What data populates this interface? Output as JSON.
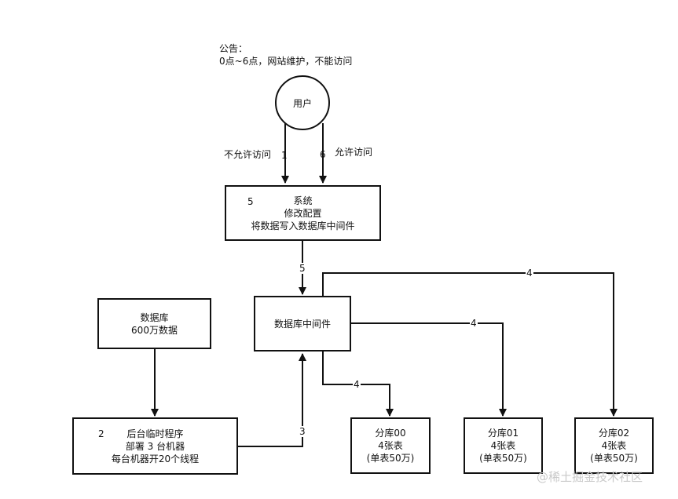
{
  "notice": {
    "line1": "公告：",
    "line2": "0点~6点，网站维护，不能访问"
  },
  "user_node": {
    "label": "用户"
  },
  "edges": {
    "deny_label": "不允许访问",
    "deny_step": "1",
    "allow_step": "6",
    "allow_label": "允许访问",
    "system_to_mw": "5",
    "mw_to_shard00": "4",
    "mw_to_shard01": "4",
    "mw_to_shard02": "4",
    "program_to_mw": "3"
  },
  "system_box": {
    "step": "5",
    "title": "系统",
    "line2": "修改配置",
    "line3": "将数据写入数据库中间件"
  },
  "database_box": {
    "line1": "数据库",
    "line2": "600万数据"
  },
  "middleware_box": {
    "label": "数据库中间件"
  },
  "program_box": {
    "step": "2",
    "line1": "后台临时程序",
    "line2": "部署 3 台机器",
    "line3": "每台机器开20个线程"
  },
  "shards": [
    {
      "name": "分库00",
      "tables": "4张表",
      "note": "(单表50万)"
    },
    {
      "name": "分库01",
      "tables": "4张表",
      "note": "(单表50万)"
    },
    {
      "name": "分库02",
      "tables": "4张表",
      "note": "(单表50万)"
    }
  ],
  "watermark": "@稀土掘金技术社区"
}
